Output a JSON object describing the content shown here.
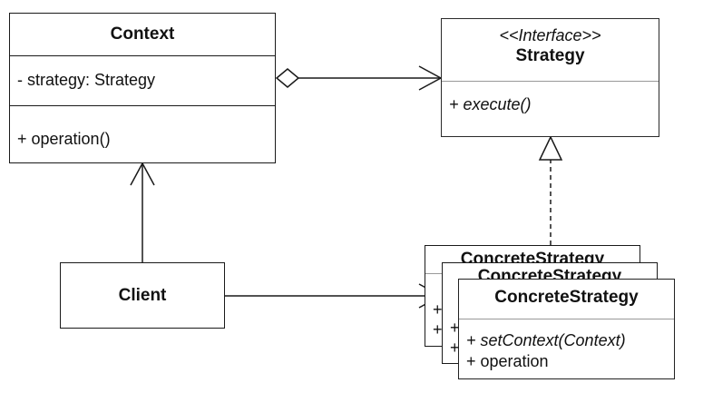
{
  "context": {
    "title": "Context",
    "attribute": "- strategy: Strategy",
    "method": "+ operation()"
  },
  "strategy": {
    "stereotype": "<<Interface>>",
    "title": "Strategy",
    "method": "+ execute()"
  },
  "client": {
    "title": "Client"
  },
  "concrete": {
    "title": "ConcreteStrategy",
    "method_1": "+ setContext(Context)",
    "method_2": "+ operation",
    "stub_plus": "+"
  },
  "connectors": [
    {
      "from": "Context",
      "to": "Strategy",
      "kind": "aggregation"
    },
    {
      "from": "Client",
      "to": "Context",
      "kind": "association"
    },
    {
      "from": "Client",
      "to": "ConcreteStrategy",
      "kind": "association"
    },
    {
      "from": "ConcreteStrategy",
      "to": "Strategy",
      "kind": "realization"
    }
  ]
}
